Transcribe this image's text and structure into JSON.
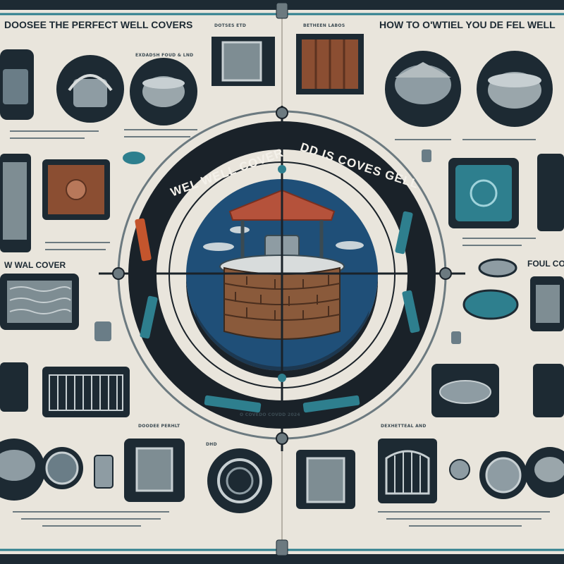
{
  "header": {
    "left_title": "DOOSEE THE PERFECT WELL COVERS",
    "right_title": "HOW TO O'WTIEL YOU DE FEL WELL",
    "sub_label_1": "DOTSES ETD",
    "sub_label_2": "BETHEEN LABOS",
    "small_label_1": "EXDADSH FOUD & LND"
  },
  "side_labels": {
    "left": "W WAL COVER",
    "right": "FOUL CO",
    "bottom_mid": "DOODEE PERHLT",
    "bottom_right": "DEXHETTEAL AND",
    "bottom_small": "DHD"
  },
  "center": {
    "ring_text_left": "WEL WELL COVER",
    "ring_text_right": "DD IS COVES GELL",
    "ring_label_bottom": "O COVEDO COVDD 2024"
  },
  "colors": {
    "background": "#e9e5dc",
    "dark": "#1d2a33",
    "ring": "#1a2229",
    "teal": "#2e7f8e",
    "accent_orange": "#c4552d",
    "brick": "#8a5a3b",
    "roof": "#b5523b",
    "sky": "#1f4f78",
    "wood": "#8b4e32"
  },
  "icons": [
    "well-cover-icon",
    "lid-icon",
    "grate-icon",
    "manhole-icon",
    "lock-icon",
    "gate-icon",
    "door-icon",
    "wooden-panel-icon",
    "valve-icon"
  ]
}
